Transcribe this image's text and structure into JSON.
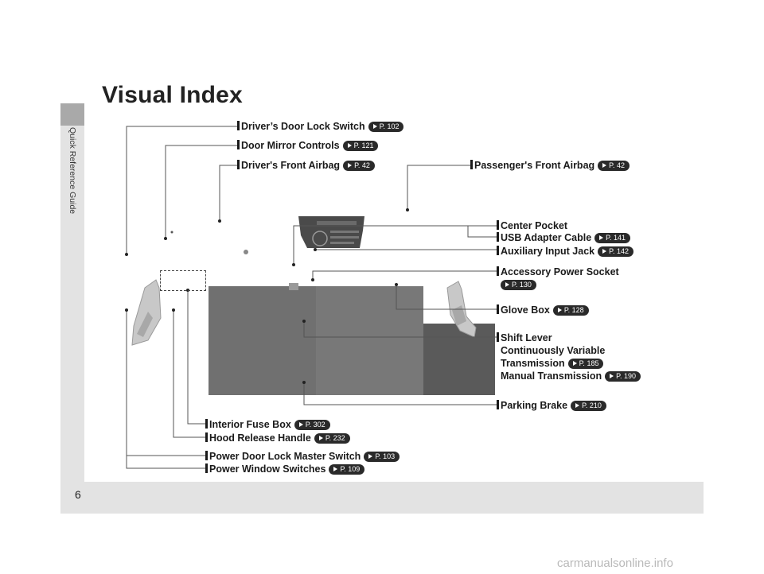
{
  "page": {
    "title": "Visual Index",
    "page_number": "6",
    "sidebar_tab": "Quick Reference Guide",
    "watermark": "carmanualsonline.info"
  },
  "ref_icon": "page-ref-arrow-icon",
  "labels": {
    "drivers_door_lock": {
      "text": "Driver’s Door Lock Switch",
      "ref": "P. 102"
    },
    "door_mirror": {
      "text": "Door Mirror Controls",
      "ref": "P. 121"
    },
    "drivers_airbag": {
      "text": "Driver's Front Airbag",
      "ref": "P. 42"
    },
    "passengers_airbag": {
      "text": "Passenger's Front Airbag",
      "ref": "P. 42"
    },
    "center_pocket": {
      "text": "Center Pocket"
    },
    "usb_cable": {
      "text": "USB Adapter Cable",
      "ref": "P. 141"
    },
    "aux_jack": {
      "text": "Auxiliary Input Jack",
      "ref": "P. 142"
    },
    "accessory_socket": {
      "text": "Accessory Power Socket",
      "ref": "P. 130"
    },
    "glove_box": {
      "text": "Glove Box",
      "ref": "P. 128"
    },
    "shift_lever": {
      "text": "Shift Lever",
      "line2": "Continuously Variable",
      "line3": "Transmission",
      "ref_cvt": "P. 185",
      "line4": "Manual Transmission",
      "ref_mt": "P. 190"
    },
    "parking_brake": {
      "text": "Parking Brake",
      "ref": "P. 210"
    },
    "fuse_box": {
      "text": "Interior Fuse Box",
      "ref": "P. 302"
    },
    "hood_release": {
      "text": "Hood Release Handle",
      "ref": "P. 232"
    },
    "power_door_lock": {
      "text": "Power Door Lock Master Switch",
      "ref": "P. 103"
    },
    "power_window": {
      "text": "Power Window Switches",
      "ref": "P. 109"
    }
  }
}
